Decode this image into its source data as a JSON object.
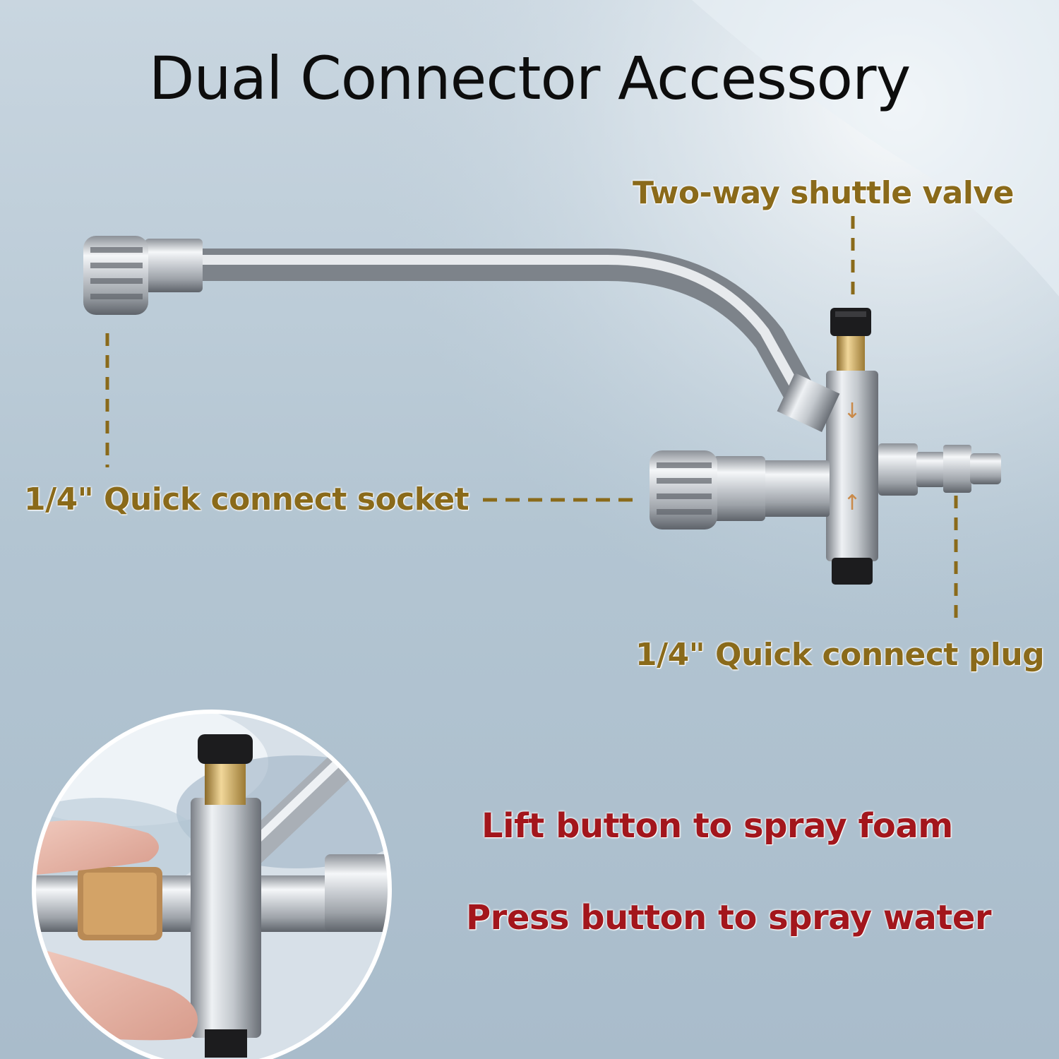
{
  "title": "Dual Connector Accessory",
  "callouts": {
    "shuttle_valve": "Two-way shuttle valve",
    "socket": "1/4\" Quick connect socket",
    "plug": "1/4\" Quick connect plug"
  },
  "instructions": {
    "foam": "Lift button to spray foam",
    "water": "Press button to spray water"
  },
  "colors": {
    "title": "#0d0d0d",
    "callout": "#8a6a1a",
    "instruction": "#a3161c",
    "background": "#b9cad6"
  },
  "icons": [
    "flow-arrow-down-icon",
    "flow-arrow-up-icon"
  ]
}
